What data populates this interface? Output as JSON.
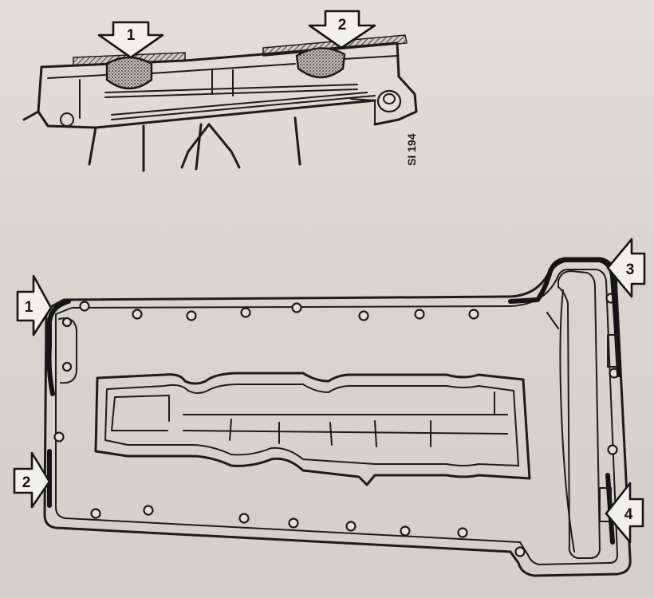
{
  "diagram": {
    "figure_id": "SI 194",
    "top_view": {
      "callouts": [
        "1",
        "2"
      ]
    },
    "bottom_view": {
      "callouts": [
        "1",
        "2",
        "3",
        "4"
      ]
    }
  }
}
